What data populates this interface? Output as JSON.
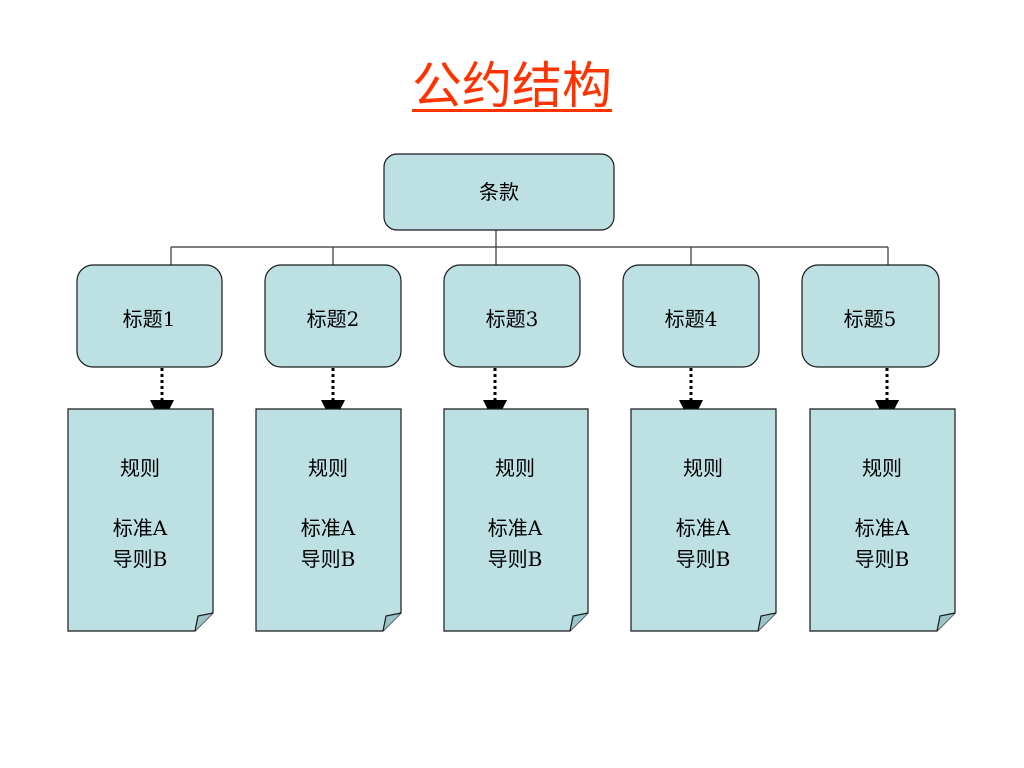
{
  "title": "公约结构",
  "root": {
    "label": "条款"
  },
  "headings": [
    {
      "label": "标题1"
    },
    {
      "label": "标题2"
    },
    {
      "label": "标题3"
    },
    {
      "label": "标题4"
    },
    {
      "label": "标题5"
    }
  ],
  "documents": [
    {
      "rule": "规则",
      "standard": "标准A",
      "guide": "导则B"
    },
    {
      "rule": "规则",
      "standard": "标准A",
      "guide": "导则B"
    },
    {
      "rule": "规则",
      "standard": "标准A",
      "guide": "导则B"
    },
    {
      "rule": "规则",
      "standard": "标准A",
      "guide": "导则B"
    },
    {
      "rule": "规则",
      "standard": "标准A",
      "guide": "导则B"
    }
  ],
  "colors": {
    "box_fill": "#bde0e3",
    "box_stroke": "#1a1a1a",
    "title": "#ff3300",
    "connector": "#333333"
  }
}
